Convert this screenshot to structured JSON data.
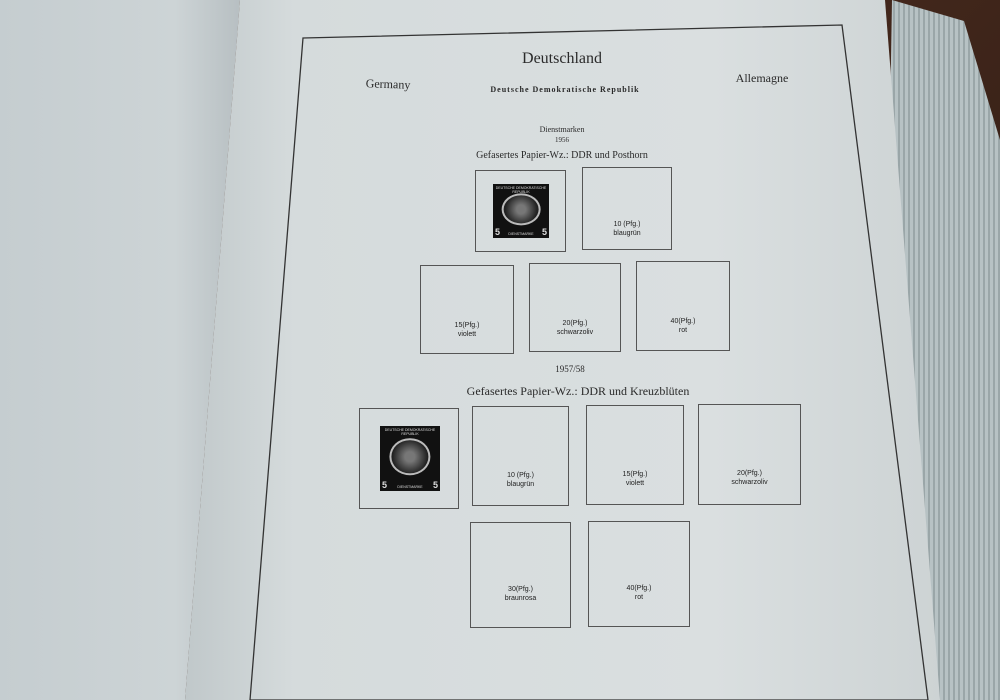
{
  "page": {
    "title": "Deutschland",
    "left_label": "Germany",
    "right_label": "Allemagne",
    "subtitle": "Deutsche Demokratische Republik",
    "category": "Dienstmarken"
  },
  "sections": [
    {
      "year": "1956",
      "heading": "Gefasertes Papier-Wz.: DDR und Posthorn",
      "stamp": {
        "top_text": "DEUTSCHE DEMOKRATISCHE REPUBLIK",
        "value": "5",
        "bottom_text": "DIENSTMARKE"
      },
      "slots": [
        {
          "value": "10 (Pfg.)",
          "color": "blaugrün"
        },
        {
          "value": "15(Pfg.)",
          "color": "violett"
        },
        {
          "value": "20(Pfg.)",
          "color": "schwarzoliv"
        },
        {
          "value": "40(Pfg.)",
          "color": "rot"
        }
      ]
    },
    {
      "year": "1957/58",
      "heading": "Gefasertes Papier-Wz.: DDR und Kreuzblüten",
      "stamp": {
        "top_text": "DEUTSCHE DEMOKRATISCHE REPUBLIK",
        "value": "5",
        "bottom_text": "DIENSTMARKE"
      },
      "slots": [
        {
          "value": "10 (Pfg.)",
          "color": "blaugrün"
        },
        {
          "value": "15(Pfg.)",
          "color": "violett"
        },
        {
          "value": "20(Pfg.)",
          "color": "schwarzoliv"
        },
        {
          "value": "30(Pfg.)",
          "color": "braunrosa"
        },
        {
          "value": "40(Pfg.)",
          "color": "rot"
        }
      ]
    }
  ]
}
